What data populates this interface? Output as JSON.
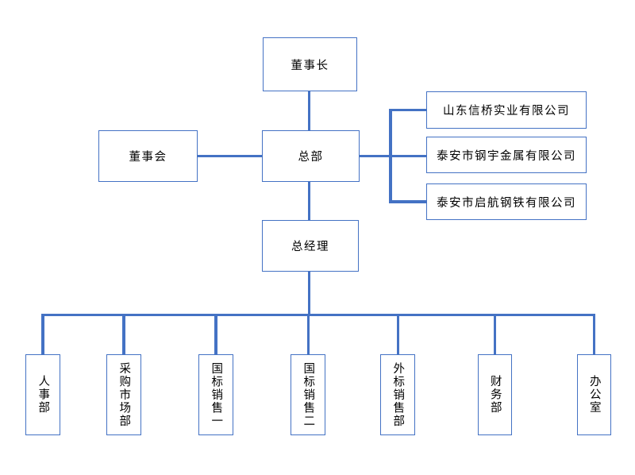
{
  "colors": {
    "line": "#4472C4",
    "box_border": "#4472C4",
    "text": "#000000",
    "background": "#ffffff"
  },
  "nodes": {
    "chairman": "董事长",
    "board": "董事会",
    "headquarters": "总部",
    "general_manager": "总经理",
    "company_1": "山东信桥实业有限公司",
    "company_2": "泰安市钢宇金属有限公司",
    "company_3": "泰安市启航钢铁有限公司",
    "dept_1": "人事部",
    "dept_2": "采购市场部",
    "dept_3": "国标销售一",
    "dept_4": "国标销售二",
    "dept_5": "外标销售部",
    "dept_6": "财务部",
    "dept_7": "办公室"
  },
  "chart_data": {
    "type": "org-chart",
    "edges": [
      [
        "董事长",
        "总部"
      ],
      [
        "董事会",
        "总部"
      ],
      [
        "总部",
        "山东信桥实业有限公司"
      ],
      [
        "总部",
        "泰安市钢宇金属有限公司"
      ],
      [
        "总部",
        "泰安市启航钢铁有限公司"
      ],
      [
        "总部",
        "总经理"
      ],
      [
        "总经理",
        "人事部"
      ],
      [
        "总经理",
        "采购市场部"
      ],
      [
        "总经理",
        "国标销售一"
      ],
      [
        "总经理",
        "国标销售二"
      ],
      [
        "总经理",
        "外标销售部"
      ],
      [
        "总经理",
        "财务部"
      ],
      [
        "总经理",
        "办公室"
      ]
    ]
  }
}
